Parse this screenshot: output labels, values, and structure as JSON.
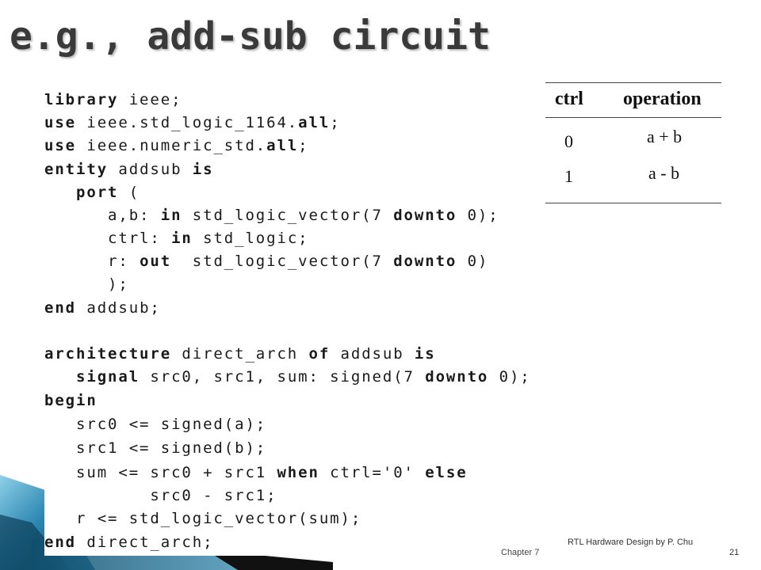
{
  "slide": {
    "title": "e.g., add-sub circuit",
    "footer": {
      "chapter": "Chapter 7",
      "credit": "RTL Hardware Design by P. Chu",
      "page": "21"
    }
  },
  "code": {
    "lines": [
      [
        {
          "t": "library",
          "b": true
        },
        {
          "t": " ieee;"
        }
      ],
      [
        {
          "t": "use",
          "b": true
        },
        {
          "t": " ieee.std_logic_1164."
        },
        {
          "t": "all",
          "b": true
        },
        {
          "t": ";"
        }
      ],
      [
        {
          "t": "use",
          "b": true
        },
        {
          "t": " ieee.numeric_std."
        },
        {
          "t": "all",
          "b": true
        },
        {
          "t": ";"
        }
      ],
      [
        {
          "t": "entity",
          "b": true
        },
        {
          "t": " addsub "
        },
        {
          "t": "is",
          "b": true
        }
      ],
      [
        {
          "t": "   "
        },
        {
          "t": "port",
          "b": true
        },
        {
          "t": " ("
        }
      ],
      [
        {
          "t": "      a,b: "
        },
        {
          "t": "in",
          "b": true
        },
        {
          "t": " std_logic_vector(7 "
        },
        {
          "t": "downto",
          "b": true
        },
        {
          "t": " 0);"
        }
      ],
      [
        {
          "t": "      ctrl: "
        },
        {
          "t": "in",
          "b": true
        },
        {
          "t": " std_logic;"
        }
      ],
      [
        {
          "t": "      r: "
        },
        {
          "t": "out",
          "b": true
        },
        {
          "t": "  std_logic_vector(7 "
        },
        {
          "t": "downto",
          "b": true
        },
        {
          "t": " 0)"
        }
      ],
      [
        {
          "t": "      );"
        }
      ],
      [
        {
          "t": "end",
          "b": true
        },
        {
          "t": " addsub;"
        }
      ],
      [
        {
          "t": ""
        }
      ],
      [
        {
          "t": "architecture",
          "b": true
        },
        {
          "t": " direct_arch "
        },
        {
          "t": "of",
          "b": true
        },
        {
          "t": " addsub "
        },
        {
          "t": "is",
          "b": true
        }
      ],
      [
        {
          "t": "   "
        },
        {
          "t": "signal",
          "b": true
        },
        {
          "t": " src0, src1, sum: signed(7 "
        },
        {
          "t": "downto",
          "b": true
        },
        {
          "t": " 0);"
        }
      ],
      [
        {
          "t": "begin",
          "b": true
        }
      ],
      [
        {
          "t": "   src0 <= signed(a);"
        }
      ],
      [
        {
          "t": "   src1 <= signed(b);"
        }
      ],
      [
        {
          "t": "   sum <= src0 + src1 "
        },
        {
          "t": "when",
          "b": true
        },
        {
          "t": " ctrl='0' "
        },
        {
          "t": "else",
          "b": true
        }
      ],
      [
        {
          "t": "          src0 - src1;"
        }
      ],
      [
        {
          "t": "   r <= std_logic_vector(sum);"
        }
      ],
      [
        {
          "t": "end",
          "b": true
        },
        {
          "t": " direct_arch;"
        }
      ]
    ]
  },
  "operation_table": {
    "headers": [
      "ctrl",
      "operation"
    ],
    "rows": [
      [
        "0",
        "a + b"
      ],
      [
        "1",
        "a - b"
      ]
    ]
  },
  "colors": {
    "title": "#3a3a3a",
    "wedge_dark": "#0f4f6e",
    "wedge_mid": "#2a86b0",
    "wedge_light": "#7fc3dd",
    "footer_black": "#111111"
  }
}
